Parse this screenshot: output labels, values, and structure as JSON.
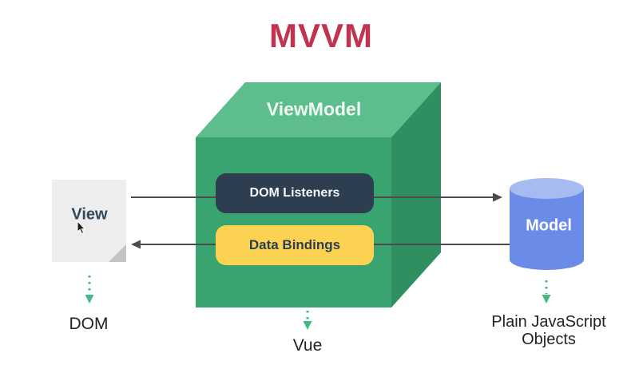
{
  "diagram": {
    "title": "MVVM",
    "nodes": {
      "view": {
        "label": "View"
      },
      "viewmodel": {
        "label": "ViewModel"
      },
      "dom_listeners": {
        "label": "DOM Listeners"
      },
      "data_bindings": {
        "label": "Data Bindings"
      },
      "model": {
        "label": "Model"
      }
    },
    "footnotes": {
      "view": "DOM",
      "viewmodel": "Vue",
      "model": "Plain JavaScript Objects"
    },
    "colors": {
      "title_red": "#c23350",
      "cube_top": "#5dbd8c",
      "cube_front": "#39a470",
      "cube_side": "#2f8f61",
      "navy": "#2c3e50",
      "yellow": "#fcd253",
      "model_body": "#6a8ce8",
      "model_top": "#a6bbf0",
      "paper": "#ededed",
      "paper_fold": "#c3c3c3",
      "connector_gray": "#4b4b4b",
      "arrow_green": "#42b983"
    }
  }
}
